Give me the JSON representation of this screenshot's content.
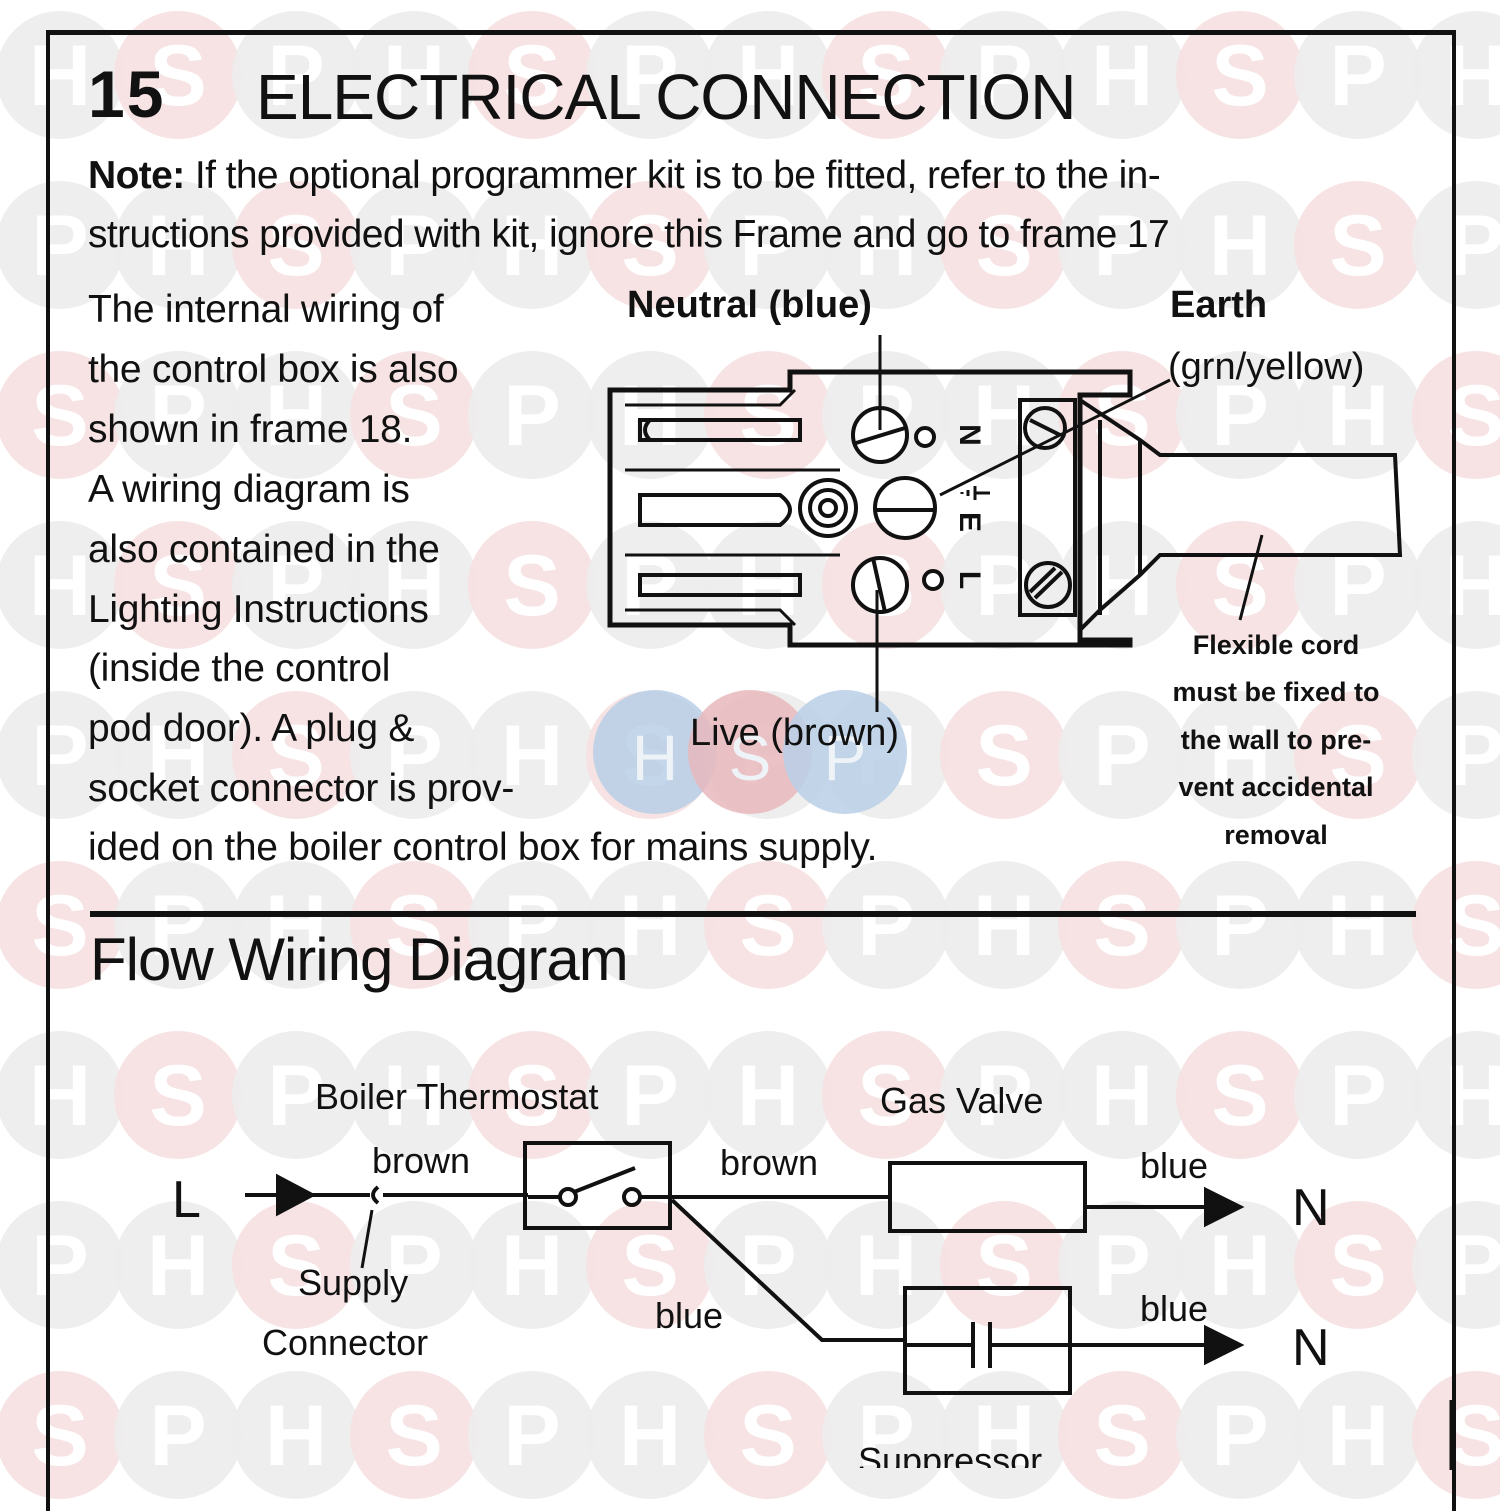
{
  "section": {
    "number": "15",
    "title": "ELECTRICAL CONNECTION"
  },
  "note": {
    "label": "Note:",
    "line1": " If the optional programmer kit is to be fitted, refer to the in-",
    "line2": "structions provided with kit, ignore this Frame and go to frame 17"
  },
  "body_text": {
    "lines": [
      "The internal wiring of",
      "the control box is also",
      "shown in frame 18.",
      "A wiring diagram is",
      "also contained in the",
      "Lighting Instructions",
      "(inside the control",
      "pod door). A plug &",
      "socket connector is prov-",
      "ided on the boiler control box for mains supply."
    ]
  },
  "plug_diagram": {
    "neutral_label": "Neutral (blue)",
    "earth_label": "Earth",
    "earth_color_label": "(grn/yellow)",
    "live_label": "Live (brown)",
    "terminal_marks": [
      "N",
      "E",
      "L"
    ],
    "cord_note": [
      "Flexible cord",
      "must be fixed to",
      "the wall to pre-",
      "vent accidental",
      "removal"
    ]
  },
  "flow_diagram": {
    "title": "Flow Wiring Diagram",
    "live_terminal": "L",
    "neutral_terminal": "N",
    "boiler_thermostat_label": "Boiler Thermostat",
    "gas_valve_label": "Gas Valve",
    "supply_connector_label": [
      "Supply",
      "Connector"
    ],
    "wire_labels": {
      "brown_in": "brown",
      "brown_out": "brown",
      "blue_top": "blue",
      "blue_mid": "blue",
      "blue_bottom": "blue"
    },
    "suppressor_label_partial": "Suppressor"
  },
  "watermark": {
    "letters": [
      "H",
      "S",
      "P"
    ],
    "colors": {
      "h": "#ececec",
      "s": "#f6e0e0",
      "p": "#ececec",
      "logo_blue": "#b9cfe6",
      "logo_red": "#e7b9bd"
    }
  }
}
